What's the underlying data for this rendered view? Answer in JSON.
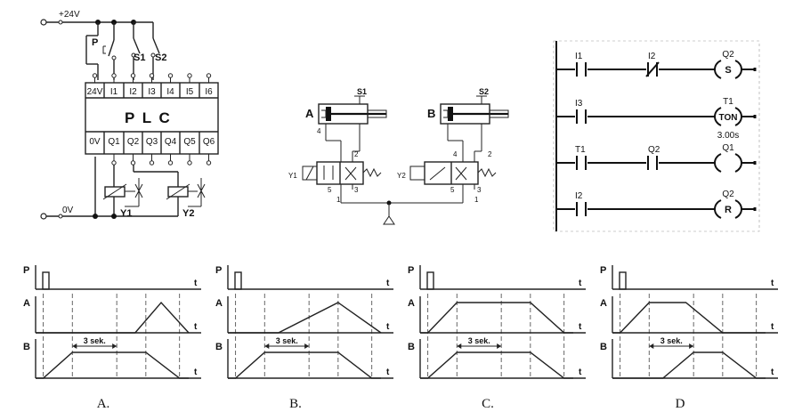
{
  "plc": {
    "supply": "+24V",
    "ground": "0V",
    "switch_p": "P",
    "switch_s1": "S1",
    "switch_s2": "S2",
    "title": "P L C",
    "inputs": [
      "24V",
      "I1",
      "I2",
      "I3",
      "I4",
      "I5",
      "I6"
    ],
    "outputs": [
      "0V",
      "Q1",
      "Q2",
      "Q3",
      "Q4",
      "Q5",
      "Q6"
    ],
    "coil_y1": "Y1",
    "coil_y2": "Y2"
  },
  "pneumatic": {
    "cyl_a": "A",
    "cyl_b": "B",
    "sensor_s1": "S1",
    "sensor_s2": "S2",
    "valve_y1": "Y1",
    "valve_y2": "Y2",
    "port_4": "4",
    "port_2": "2",
    "port_5": "5",
    "port_1": "1",
    "port_3": "3"
  },
  "ladder": {
    "rungs": [
      {
        "c1": "I1",
        "c2": "I2",
        "coil": "Q2",
        "coil_type": "S"
      },
      {
        "c1": "I3",
        "c2": "",
        "coil": "T1",
        "coil_type": "TON",
        "param": "3.00s"
      },
      {
        "c1": "T1",
        "c2": "Q2",
        "coil": "Q1",
        "coil_type": ""
      },
      {
        "c1": "I2",
        "c2": "",
        "coil": "Q2",
        "coil_type": "R"
      }
    ]
  },
  "timing": {
    "labels": {
      "p": "P",
      "a": "A",
      "b": "B",
      "t": "t",
      "delay": "3 sek."
    },
    "options": [
      {
        "caption": "A."
      },
      {
        "caption": "B."
      },
      {
        "caption": "C."
      },
      {
        "caption": "D"
      }
    ]
  },
  "colors": {
    "line": "#222222",
    "background": "#ffffff",
    "ladder_bg": "#ffffff"
  }
}
